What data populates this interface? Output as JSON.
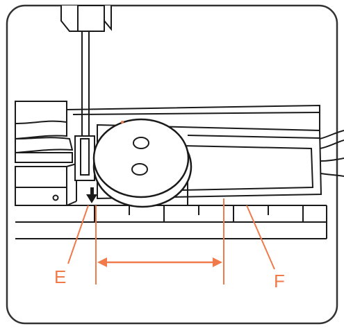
{
  "figure": {
    "labels": {
      "e": "E",
      "f": "F"
    },
    "colors": {
      "line": "#1a1a1a",
      "accent": "#f07a4a",
      "background": "#ffffff",
      "frame": "#333333"
    },
    "elements": {
      "frame": "rounded-frame",
      "needle": "sewing-needle",
      "presser_foot": "presser-foot",
      "button": "two-hole-button",
      "gauge": "buttonhole-gauge",
      "arrow": "down-arrow-icon",
      "dimension": "double-headed-arrow"
    }
  }
}
